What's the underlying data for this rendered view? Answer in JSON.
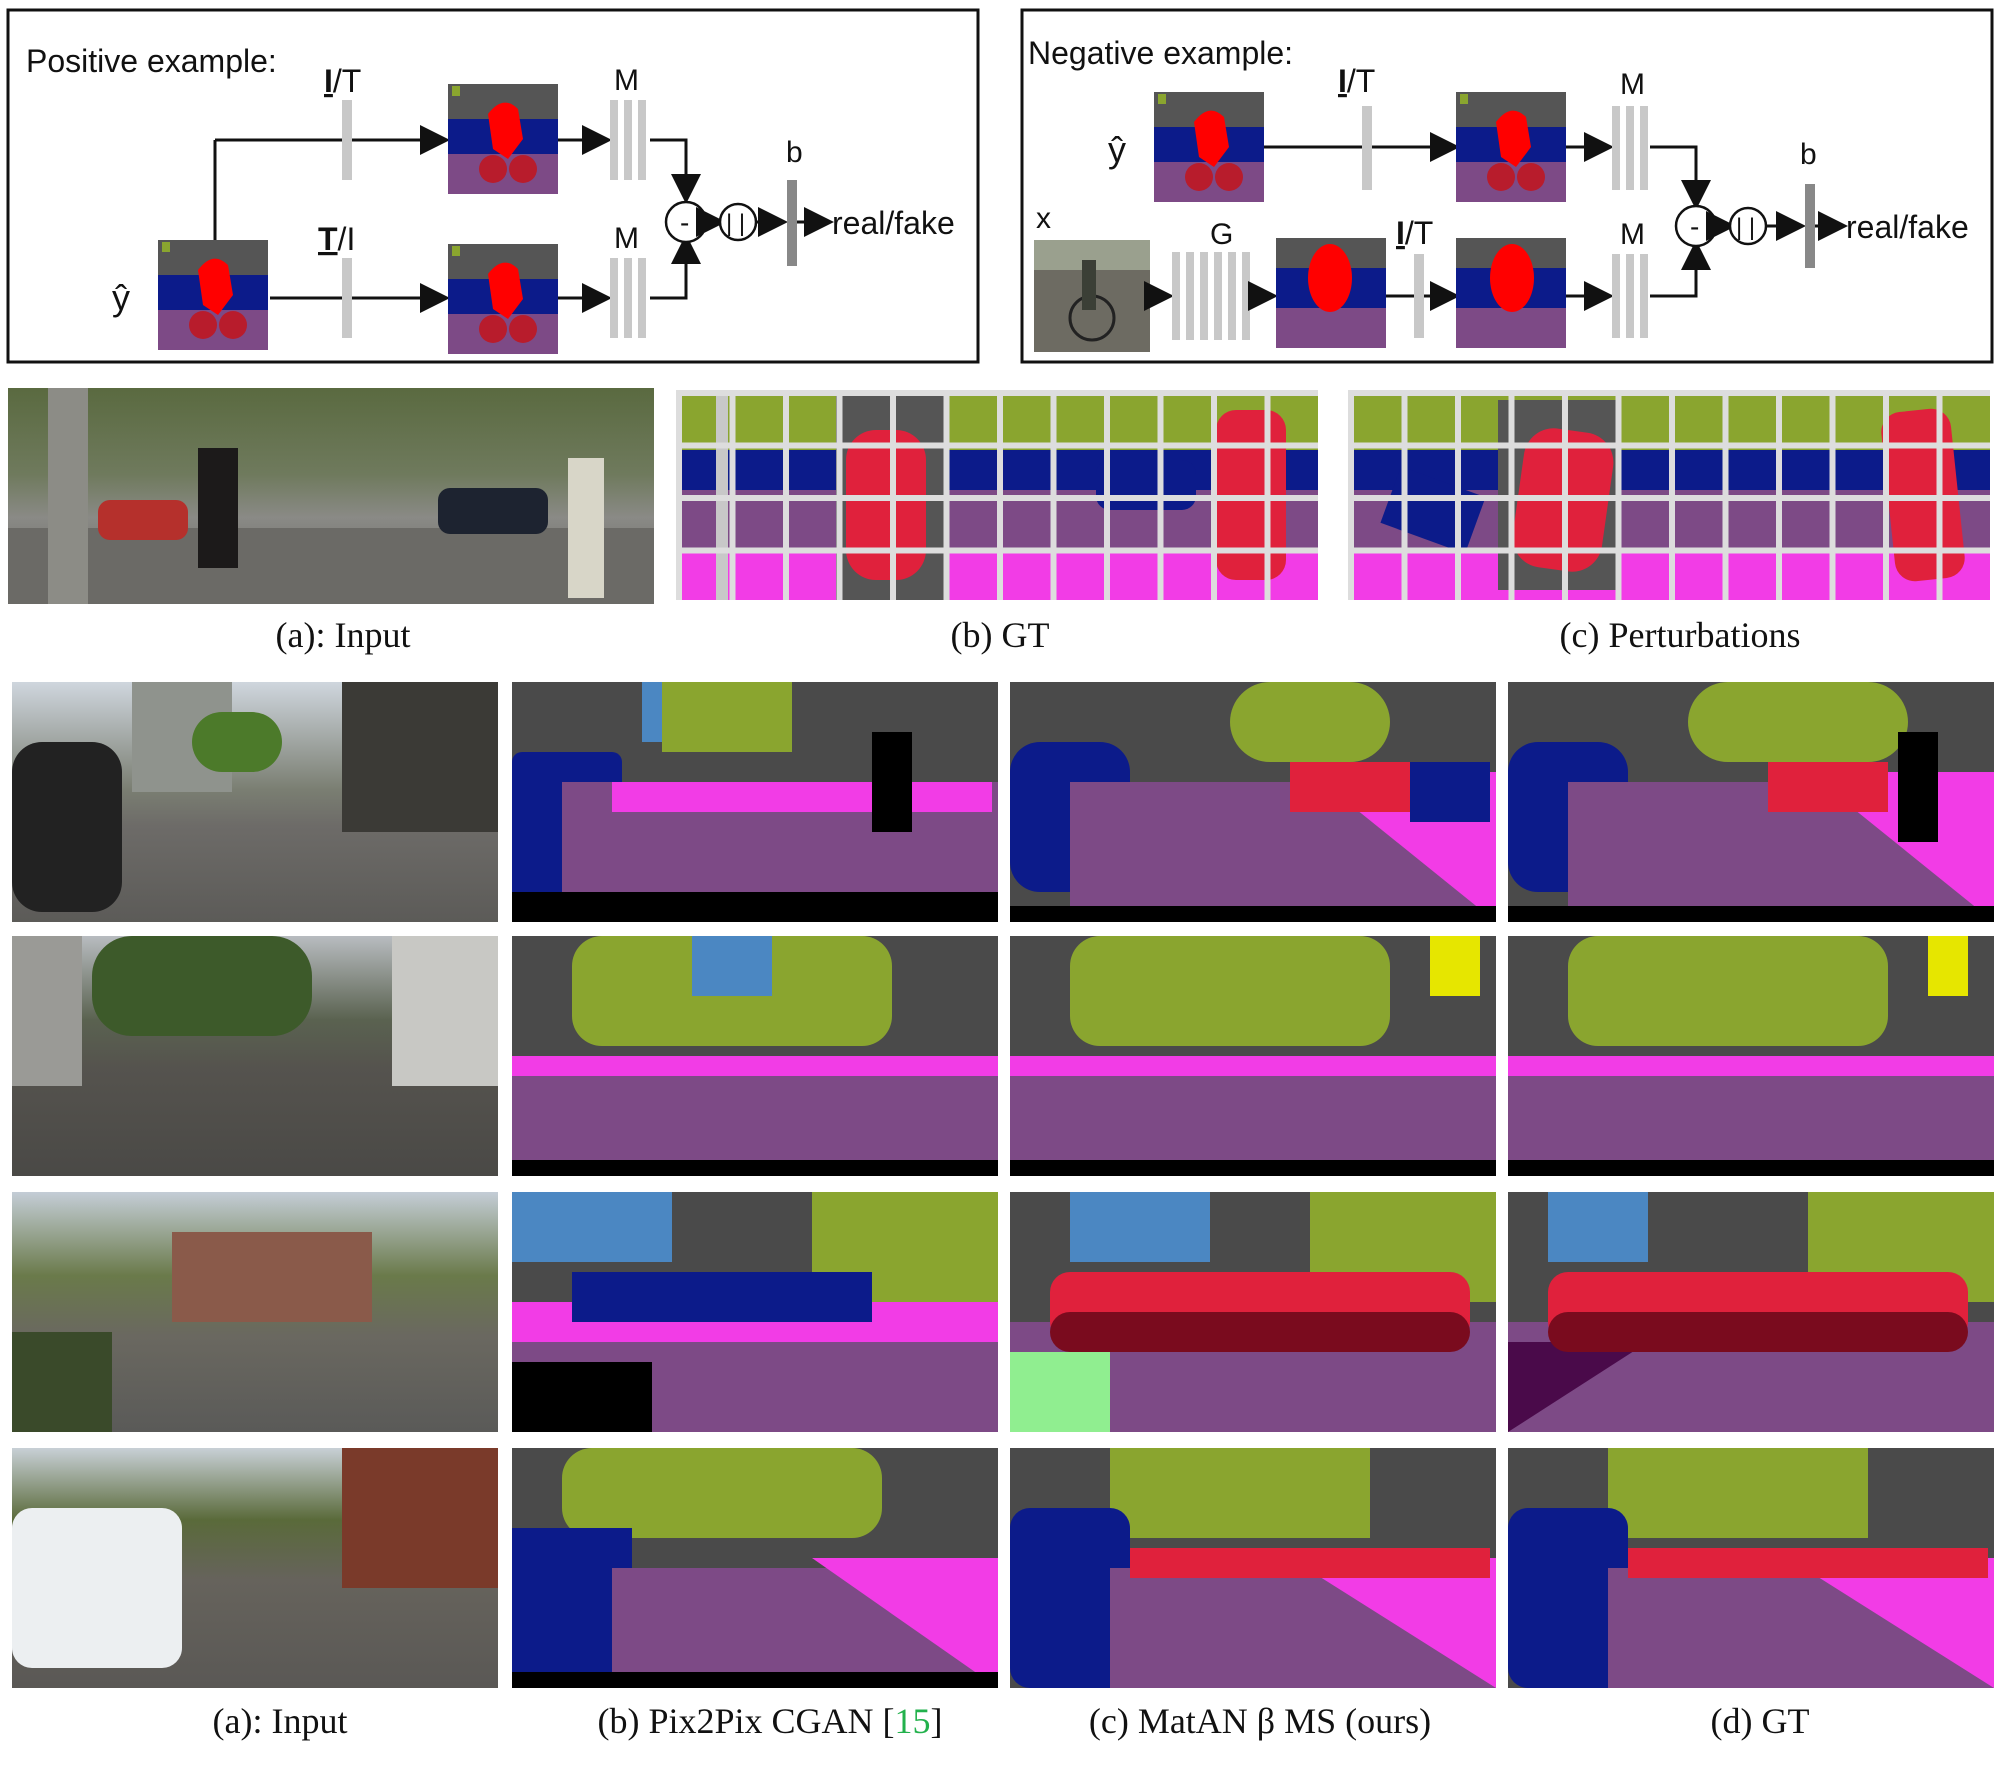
{
  "top_panels": {
    "positive": {
      "title": "Positive example:",
      "it_label_top_bold": "I",
      "it_label_top_rest": "/T",
      "ti_label_bottom_bold": "T",
      "ti_label_bottom_rest": "/I",
      "m_label": "M",
      "b_label": "b",
      "minus": "-",
      "abs": "| |",
      "output": "real/fake",
      "y_hat": "ŷ"
    },
    "negative": {
      "title": "Negative example:",
      "y_hat": "ŷ",
      "x_label": "x",
      "g_label": "G",
      "it_label_bold": "I",
      "it_label_rest": "/T",
      "m_label": "M",
      "b_label": "b",
      "minus": "-",
      "abs": "| |",
      "output": "real/fake"
    }
  },
  "row2_captions": {
    "a": "(a): Input",
    "b": "(b) GT",
    "c": "(c) Perturbations"
  },
  "bottom_captions": {
    "a": "(a): Input",
    "b_prefix": "(b) Pix2Pix CGAN [",
    "b_cite": "15",
    "b_suffix": "]",
    "c": "(c) MatAN β MS (ours)",
    "d": "(d) GT"
  },
  "colors": {
    "road": "#7d4a86",
    "sidewalk": "#f23ce6",
    "vegetation": "#8aa52f",
    "building": "#4a4a4a",
    "sky": "#4b87c2",
    "car": "#0c1b8a",
    "person": "#e0213c",
    "rider": "#ff0000",
    "bicycle": "#7a0b1e",
    "sign": "#e6e600",
    "light": "#f5a623",
    "pole": "#9c9c9c"
  }
}
